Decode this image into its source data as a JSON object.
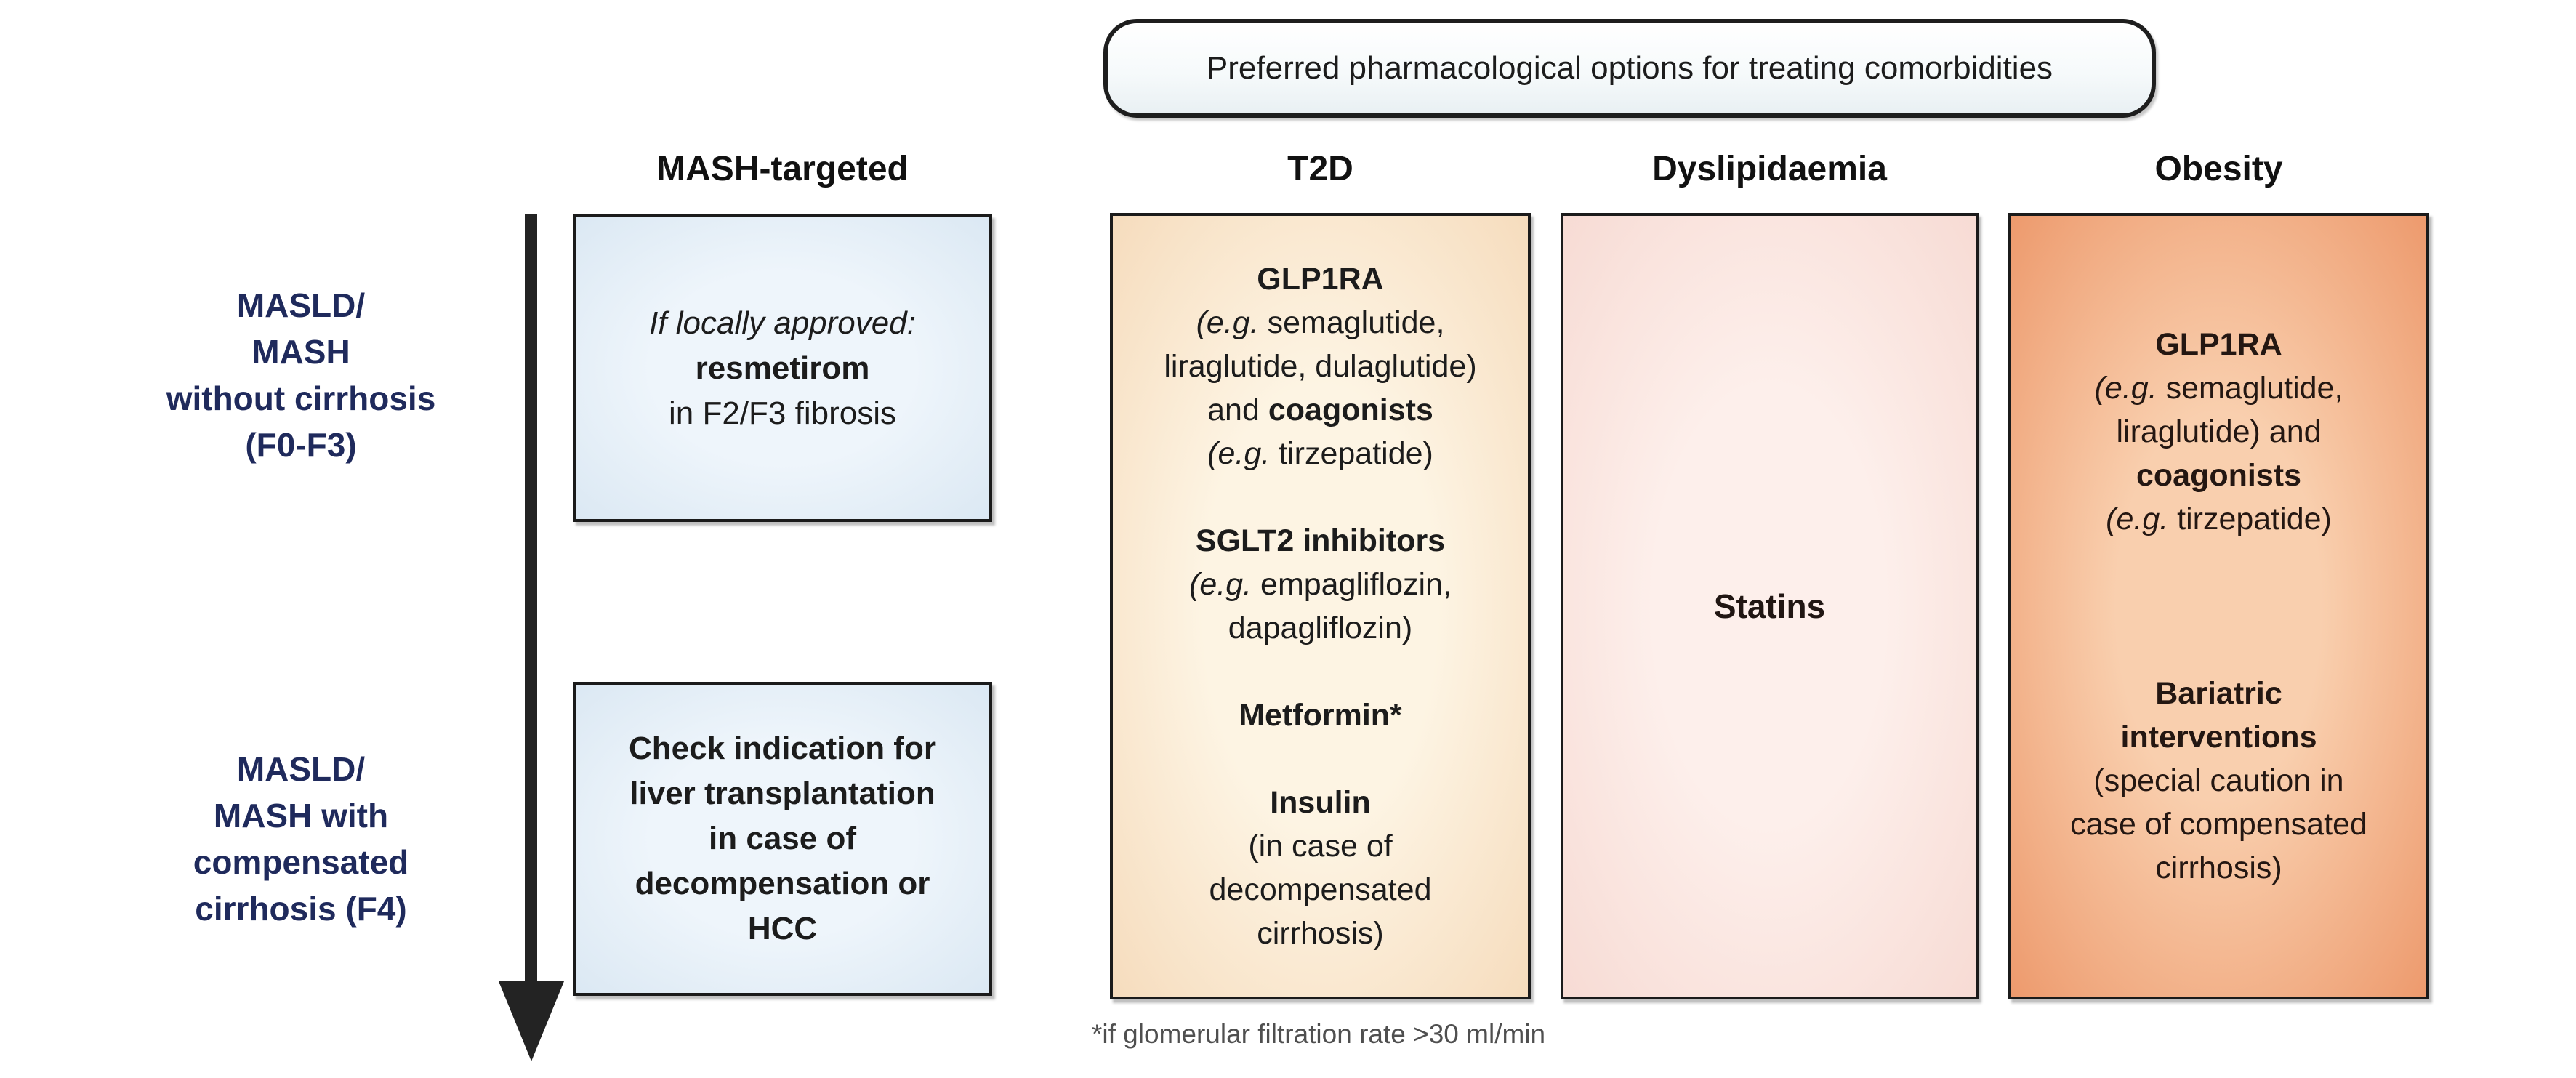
{
  "banner": {
    "title": "Preferred pharmacological options for treating comorbidities"
  },
  "headers": {
    "mash_targeted": "MASH-targeted",
    "t2d": "T2D",
    "dyslipidaemia": "Dyslipidaemia",
    "obesity": "Obesity"
  },
  "left_labels": {
    "row1": [
      "MASLD/",
      "MASH",
      "without cirrhosis",
      "(F0-F3)"
    ],
    "row2": [
      "MASLD/",
      "MASH with",
      "compensated",
      "cirrhosis (F4)"
    ]
  },
  "boxes": {
    "mash_top": {
      "lines": [
        [
          {
            "t": "If locally approved:",
            "i": true
          }
        ],
        [
          {
            "t": "resmetirom",
            "b": true
          }
        ],
        [
          {
            "t": "in F2/F3 fibrosis"
          }
        ]
      ]
    },
    "mash_bottom": {
      "lines": [
        "Check indication for",
        "liver transplantation",
        "in case of",
        "decompensation or",
        "HCC"
      ]
    },
    "t2d": {
      "lines": [
        [
          {
            "t": "GLP1RA",
            "b": true
          }
        ],
        [
          {
            "t": "(e.g.",
            "i": true
          },
          {
            "t": " semaglutide,"
          }
        ],
        [
          {
            "t": "liraglutide, dulaglutide)"
          }
        ],
        [
          {
            "t": "and "
          },
          {
            "t": "coagonists",
            "b": true
          }
        ],
        [
          {
            "t": "(e.g.",
            "i": true
          },
          {
            "t": " tirzepatide)"
          }
        ],
        [],
        [
          {
            "t": "SGLT2 inhibitors",
            "b": true
          }
        ],
        [
          {
            "t": "(e.g.",
            "i": true
          },
          {
            "t": " empagliflozin,"
          }
        ],
        [
          {
            "t": "dapagliflozin)"
          }
        ],
        [],
        [
          {
            "t": "Metformin*",
            "b": true
          }
        ],
        [],
        [
          {
            "t": "Insulin",
            "b": true
          }
        ],
        [
          {
            "t": "(in case of"
          }
        ],
        [
          {
            "t": "decompensated"
          }
        ],
        [
          {
            "t": "cirrhosis)"
          }
        ]
      ]
    },
    "dyslipidaemia": {
      "text": "Statins"
    },
    "obesity": {
      "lines": [
        [
          {
            "t": "GLP1RA",
            "b": true
          }
        ],
        [
          {
            "t": "(e.g.",
            "i": true
          },
          {
            "t": " semaglutide,"
          }
        ],
        [
          {
            "t": "liraglutide) and"
          }
        ],
        [
          {
            "t": "coagonists",
            "b": true
          }
        ],
        [
          {
            "t": "(e.g.",
            "i": true
          },
          {
            "t": " tirzepatide)"
          }
        ],
        [],
        [],
        [],
        [
          {
            "t": "Bariatric",
            "b": true
          }
        ],
        [
          {
            "t": "interventions",
            "b": true
          }
        ],
        [
          {
            "t": "(special caution in"
          }
        ],
        [
          {
            "t": "case of compensated"
          }
        ],
        [
          {
            "t": "cirrhosis)"
          }
        ]
      ]
    }
  },
  "footnote": "*if glomerular filtration rate >30 ml/min",
  "colors": {
    "label_navy": "#1f2a5c",
    "border_dark": "#1b1b1b",
    "arrow_black": "#232323",
    "box_blue_center": "#eef5fb",
    "box_blue_edge": "#dbe8f3",
    "box_cream_center": "#fdf4e3",
    "box_cream_edge": "#f6dcbd",
    "box_pink_center": "#fdefeb",
    "box_pink_edge": "#f7dbd4",
    "box_orange_center": "#f9cfae",
    "box_orange_edge": "#ed9a6d",
    "footnote_grey": "#4f4f4f"
  }
}
